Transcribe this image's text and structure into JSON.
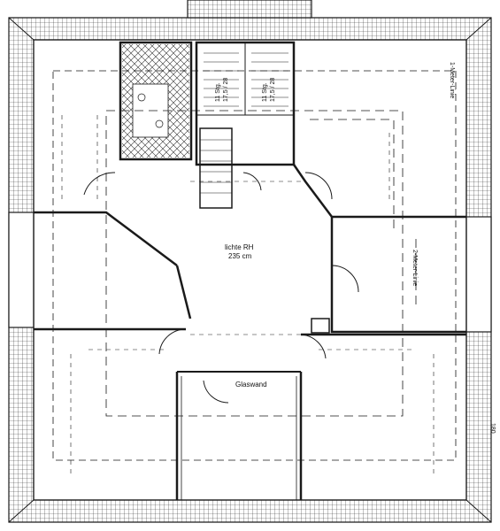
{
  "room": {
    "height_label": "lichte RH",
    "height_value": "235 cm"
  },
  "labels": {
    "glass_wall": "Glaswand",
    "one_meter_line": "1-Meter-Linie",
    "two_meter_line": "2-Meter-Linie",
    "stair_left_a": "11 Stg.",
    "stair_left_b": "17,5 / 28",
    "stair_right_a": "11 Stg.",
    "stair_right_b": "17,5 / 28",
    "edge_note": "180"
  },
  "colors": {
    "ink": "#1a1a1a",
    "paper": "#ffffff"
  }
}
